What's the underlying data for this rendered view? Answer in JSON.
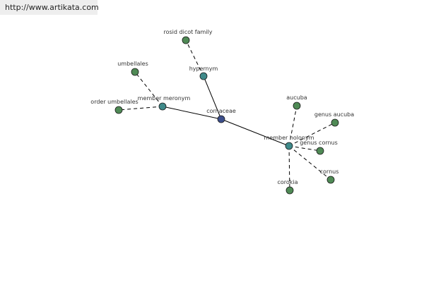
{
  "source_url": "http://www.artikata.com",
  "colors": {
    "leaf": "#4f8a55",
    "relation": "#3f8a8a",
    "center": "#3d4f8c",
    "edge": "#000000"
  },
  "nodes": [
    {
      "id": "cornaceae",
      "label": "cornaceae",
      "kind": "center"
    },
    {
      "id": "hypernym",
      "label": "hypernym",
      "kind": "relation"
    },
    {
      "id": "rosid",
      "label": "rosid dicot family",
      "kind": "leaf"
    },
    {
      "id": "meronym",
      "label": "member meronym",
      "kind": "relation"
    },
    {
      "id": "umbellales",
      "label": "umbellales",
      "kind": "leaf"
    },
    {
      "id": "order_umbellales",
      "label": "order umbellales",
      "kind": "leaf"
    },
    {
      "id": "holonym",
      "label": "member holonym",
      "kind": "relation"
    },
    {
      "id": "aucuba",
      "label": "aucuba",
      "kind": "leaf"
    },
    {
      "id": "genus_aucuba",
      "label": "genus aucuba",
      "kind": "leaf"
    },
    {
      "id": "genus_cornus",
      "label": "genus cornus",
      "kind": "leaf"
    },
    {
      "id": "cornus",
      "label": "cornus",
      "kind": "leaf"
    },
    {
      "id": "corokia",
      "label": "corokia",
      "kind": "leaf"
    }
  ],
  "edges": [
    {
      "from": "cornaceae",
      "to": "hypernym",
      "style": "solid"
    },
    {
      "from": "cornaceae",
      "to": "meronym",
      "style": "solid"
    },
    {
      "from": "cornaceae",
      "to": "holonym",
      "style": "solid"
    },
    {
      "from": "hypernym",
      "to": "rosid",
      "style": "dashed"
    },
    {
      "from": "meronym",
      "to": "umbellales",
      "style": "dashed"
    },
    {
      "from": "meronym",
      "to": "order_umbellales",
      "style": "dashed"
    },
    {
      "from": "holonym",
      "to": "aucuba",
      "style": "dashed"
    },
    {
      "from": "holonym",
      "to": "genus_aucuba",
      "style": "dashed"
    },
    {
      "from": "holonym",
      "to": "genus_cornus",
      "style": "dashed"
    },
    {
      "from": "holonym",
      "to": "cornus",
      "style": "dashed"
    },
    {
      "from": "holonym",
      "to": "corokia",
      "style": "dashed"
    }
  ]
}
